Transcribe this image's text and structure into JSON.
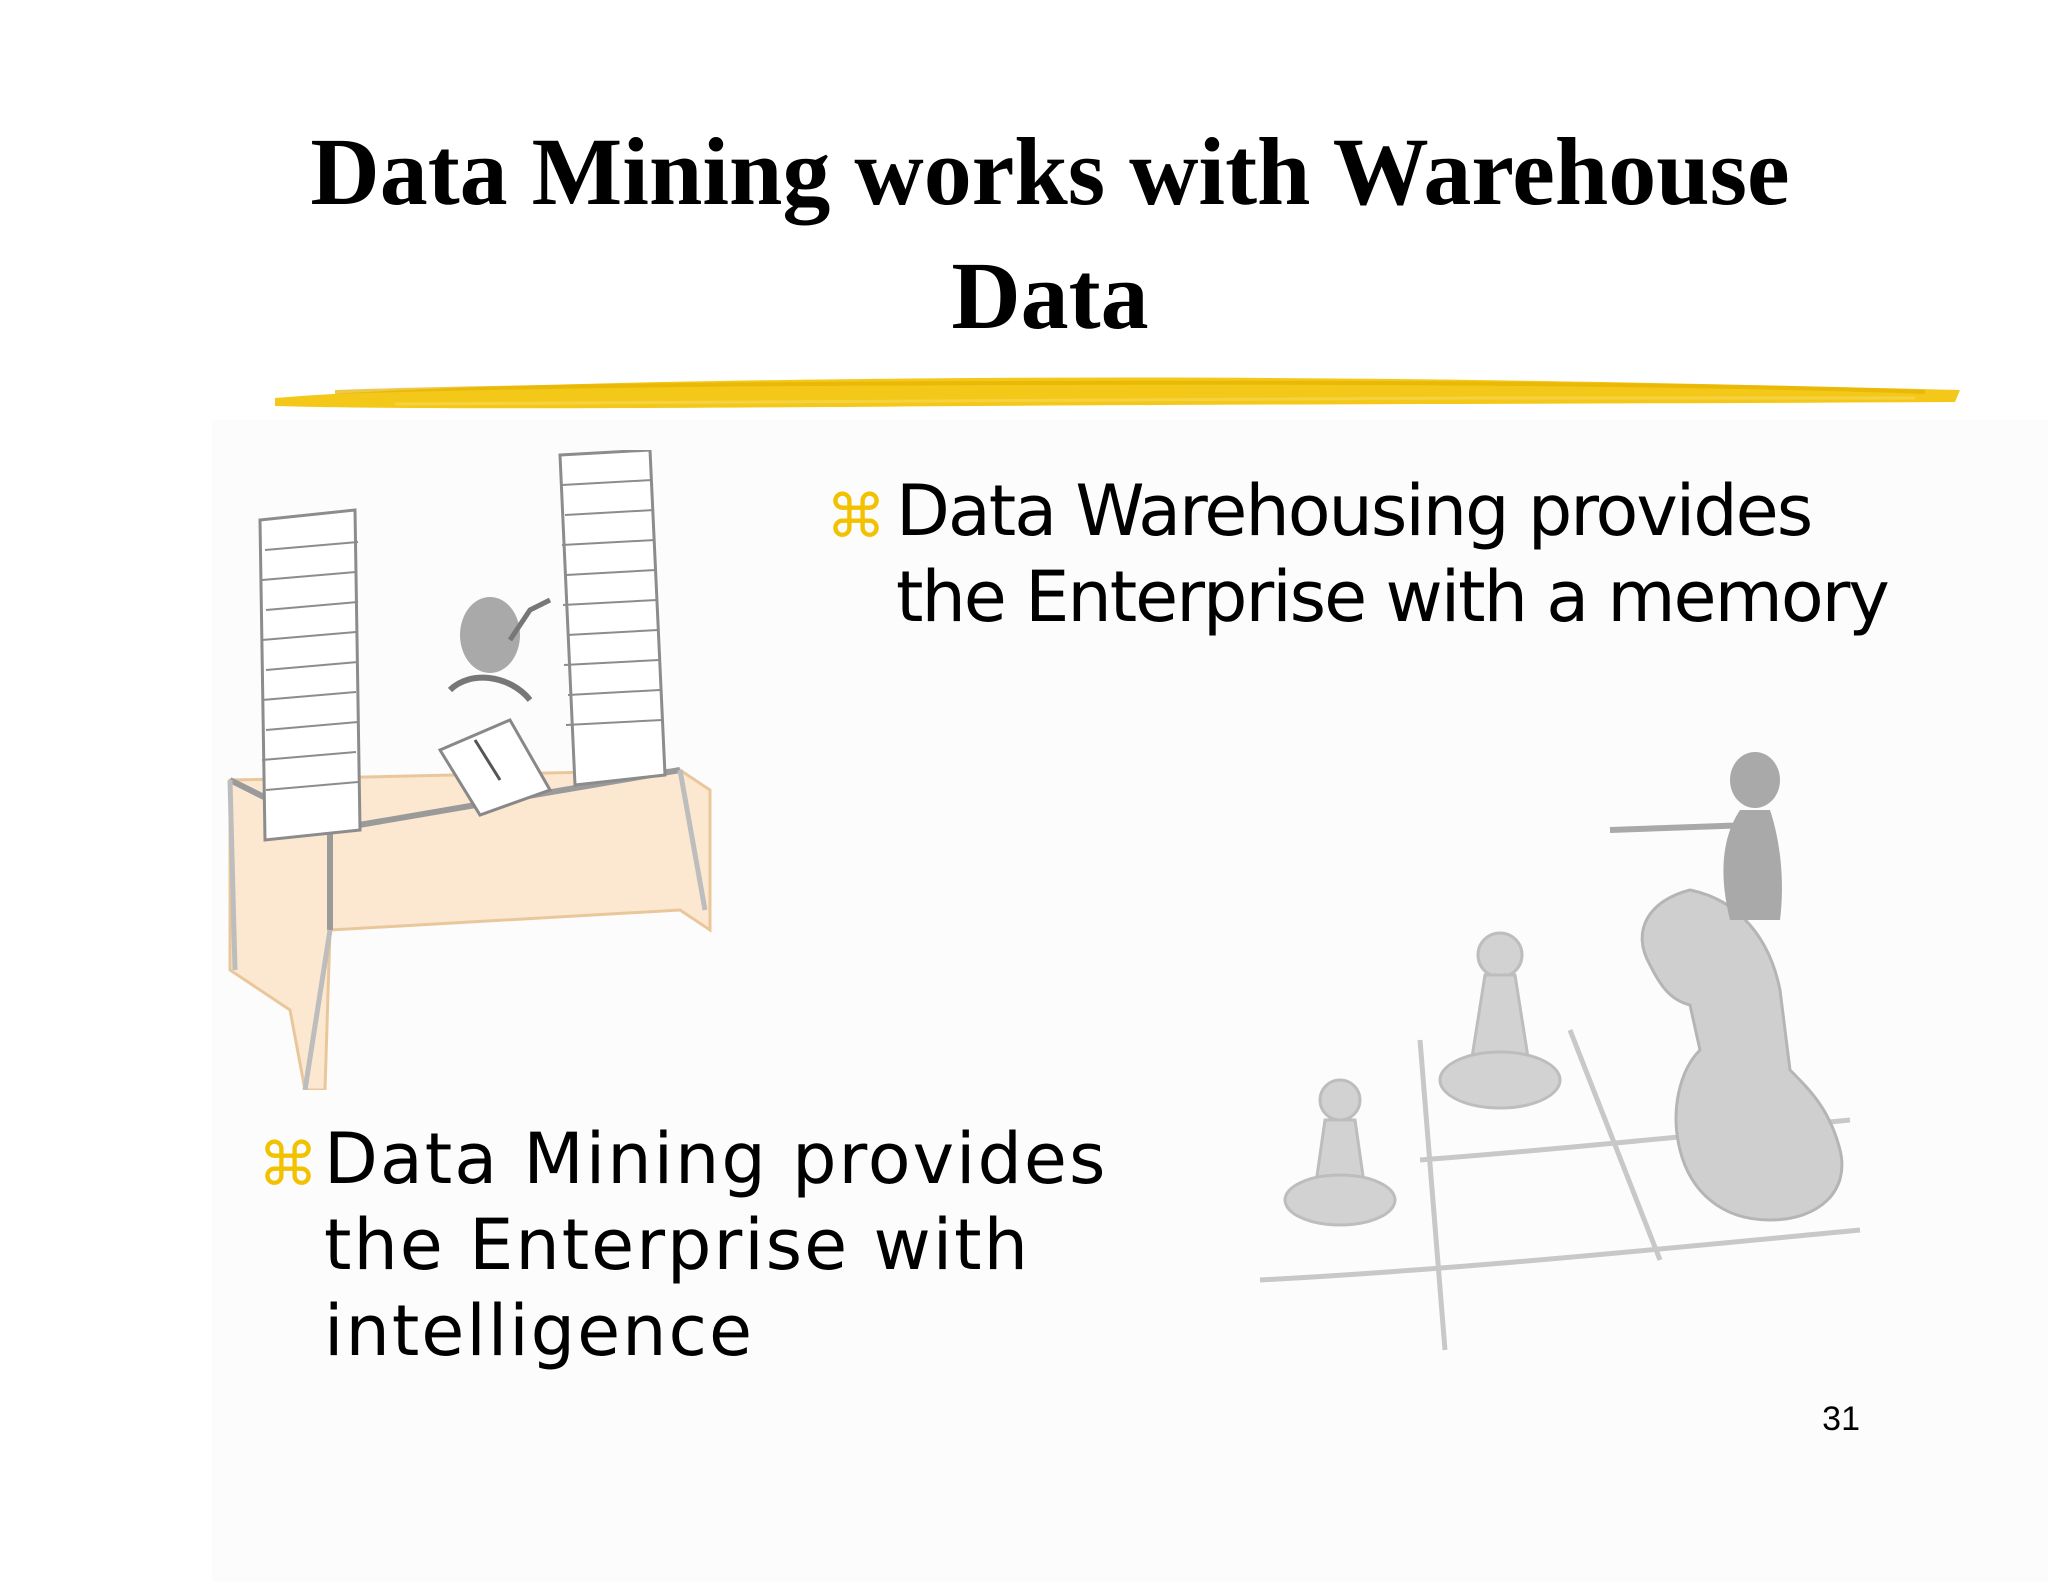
{
  "slide": {
    "title_line_1": "Data Mining works with Warehouse",
    "title_line_2": "Data",
    "accent_color": "#f2c200",
    "bullets": [
      {
        "icon": "command-key-icon",
        "line_1": "Data Warehousing provides",
        "line_2": "the Enterprise with a memory"
      },
      {
        "icon": "command-key-icon",
        "line_1": "Data Mining provides",
        "line_2": "the Enterprise with",
        "line_3": "intelligence"
      }
    ],
    "page_number": "31",
    "illustrations": [
      "desk-with-paper-stacks-clipart",
      "chess-pieces-clipart"
    ]
  }
}
